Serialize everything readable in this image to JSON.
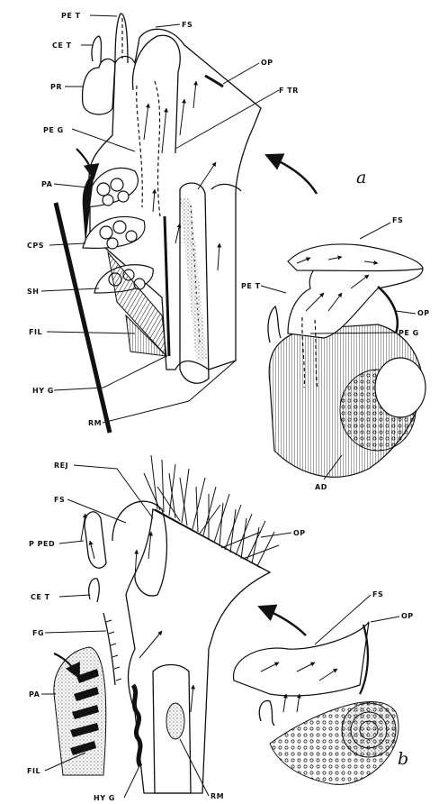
{
  "panel_a": {
    "letter": "a",
    "labels": {
      "pe_t_top": "PE T",
      "ce_t": "CE T",
      "pr": "PR",
      "pe_g": "PE G",
      "pa": "PA",
      "cps": "CPS",
      "sh": "SH",
      "fil": "FIL",
      "hy_g": "HY G",
      "rm": "RM",
      "fs_top": "FS",
      "op_top": "OP",
      "f_tr": "F TR",
      "fs_shell": "FS",
      "pe_t_shell": "PE T",
      "op_shell": "OP",
      "pe_g_shell": "PE G",
      "ad": "AD"
    }
  },
  "panel_b": {
    "letter": "b",
    "labels": {
      "rej": "REJ",
      "fs": "FS",
      "p_ped": "P PED",
      "ce_t": "CE T",
      "fg": "FG",
      "op": "OP",
      "pa": "PA",
      "fil": "FIL",
      "hy_g": "HY G",
      "rm": "RM",
      "fs_shell": "FS",
      "op_shell": "OP"
    }
  }
}
